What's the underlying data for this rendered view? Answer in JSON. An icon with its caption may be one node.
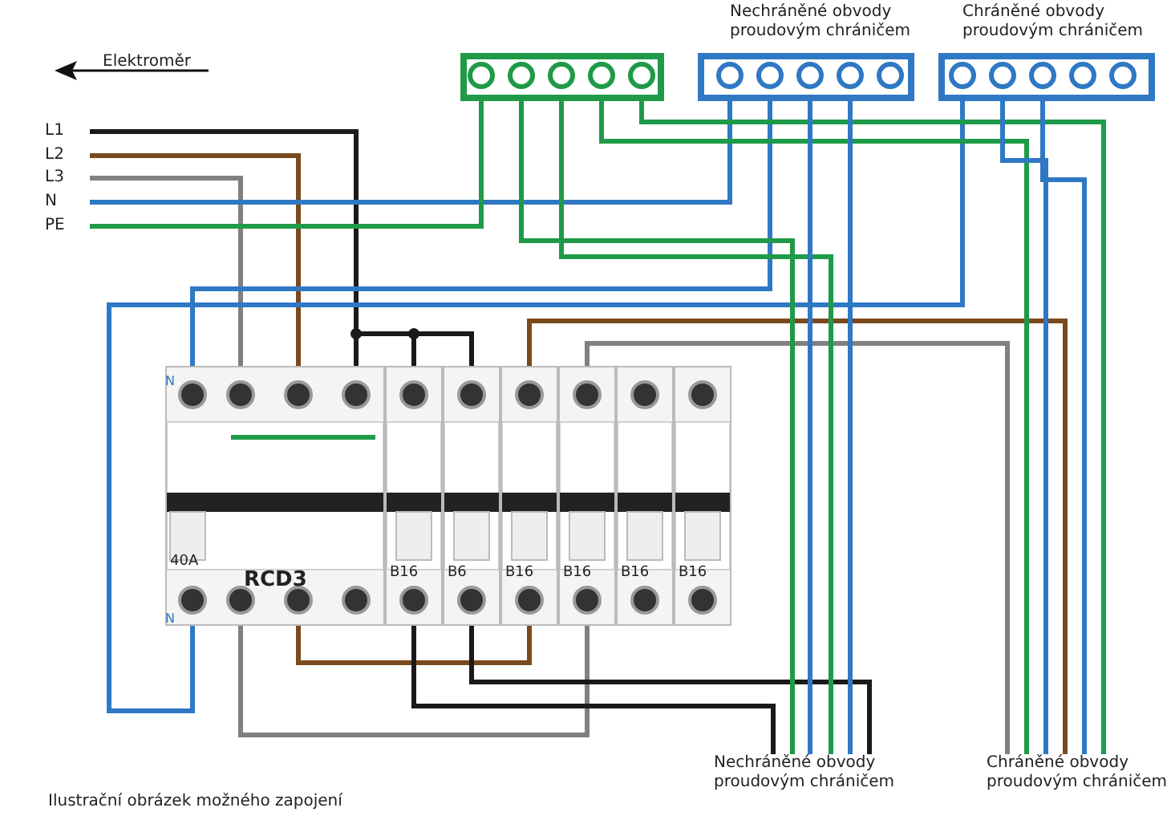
{
  "diagram": {
    "caption": "Ilustrační obrázek možného zapojení",
    "nodes": [
      {
        "text": [
          "L1"
        ]
      },
      {
        "text": [
          "L2"
        ]
      },
      {
        "text": [
          "L3"
        ]
      },
      {
        "text": [
          "N"
        ]
      },
      {
        "text": [
          "PE"
        ]
      },
      {
        "text": [],
        "shape": "bar"
      },
      {
        "text": [
          "Nechráněné obvody proudovým chráničem"
        ]
      },
      {
        "text": [
          "Chráněné obvody proudovým chráničem"
        ]
      },
      {
        "text": [
          "40A",
          "RCD3"
        ]
      },
      {
        "text": [
          "B16"
        ]
      },
      {
        "text": [
          "B6"
        ]
      },
      {
        "text": [
          "B16"
        ]
      },
      {
        "text": [
          "B16"
        ]
      },
      {
        "text": [
          "B16"
        ]
      },
      {
        "text": [
          "B16"
        ]
      },
      {
        "text": [
          "Nechráněné obvody proudovým chráničem"
        ]
      },
      {
        "text": [
          "Chráněné obvody proudovým chráničem"
        ]
      }
    ],
    "edges": [
      {
        "from": 0,
        "to": 8,
        "arrow": "none",
        "color": "#1a1a1a"
      },
      {
        "from": 0,
        "to": 9,
        "arrow": "none",
        "color": "#1a1a1a"
      },
      {
        "from": 0,
        "to": 10,
        "arrow": "none",
        "color": "#1a1a1a"
      },
      {
        "from": 1,
        "to": 8,
        "arrow": "none",
        "color": "#7a4a1e"
      },
      {
        "from": 2,
        "to": 8,
        "arrow": "none",
        "color": "#808080"
      },
      {
        "from": 3,
        "to": 6,
        "arrow": "none",
        "color": "#2f78c4"
      },
      {
        "from": 4,
        "to": 5,
        "arrow": "none",
        "color": "#1f9a48"
      },
      {
        "from": 6,
        "to": 8,
        "arrow": "none",
        "color": "#2f78c4"
      },
      {
        "from": 8,
        "to": 7,
        "arrow": "none",
        "color": "#2f78c4"
      },
      {
        "from": 8,
        "to": 11,
        "arrow": "none",
        "color": "#7a4a1e"
      },
      {
        "from": 8,
        "to": 12,
        "arrow": "none",
        "color": "#808080"
      },
      {
        "from": 9,
        "to": 15,
        "arrow": "none",
        "color": "#1a1a1a"
      },
      {
        "from": 10,
        "to": 15,
        "arrow": "none",
        "color": "#1a1a1a"
      },
      {
        "from": 11,
        "to": 16,
        "arrow": "none",
        "color": "#7a4a1e"
      },
      {
        "from": 12,
        "to": 16,
        "arrow": "none",
        "color": "#808080"
      },
      {
        "from": 5,
        "to": 15,
        "arrow": "none",
        "color": "#1f9a48"
      },
      {
        "from": 5,
        "to": 15,
        "arrow": "none",
        "color": "#1f9a48"
      },
      {
        "from": 5,
        "to": 16,
        "arrow": "none",
        "color": "#1f9a48"
      },
      {
        "from": 5,
        "to": 16,
        "arrow": "none",
        "color": "#1f9a48"
      },
      {
        "from": 6,
        "to": 15,
        "arrow": "none",
        "color": "#2f78c4"
      },
      {
        "from": 6,
        "to": 15,
        "arrow": "none",
        "color": "#2f78c4"
      },
      {
        "from": 7,
        "to": 16,
        "arrow": "none",
        "color": "#2f78c4"
      },
      {
        "from": 7,
        "to": 16,
        "arrow": "none",
        "color": "#2f78c4"
      }
    ],
    "labels": [
      "Elektroměr",
      "N",
      "N"
    ]
  }
}
